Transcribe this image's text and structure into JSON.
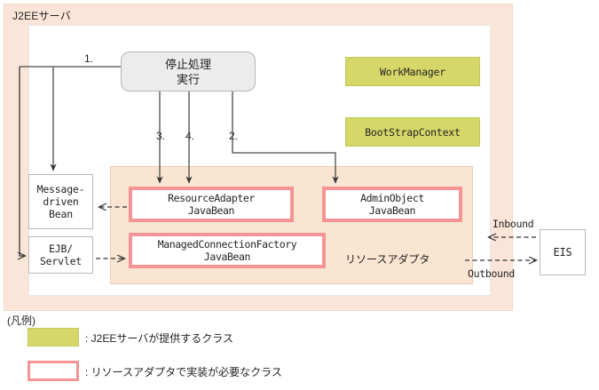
{
  "diagram": {
    "container": {
      "title": "J2EEサーバ"
    },
    "process_box": {
      "line1": "停止処理",
      "line2": "実行"
    },
    "server_provided_boxes": [
      {
        "name": "work-manager",
        "label": "WorkManager"
      },
      {
        "name": "bootstrap-context",
        "label": "BootStrapContext"
      }
    ],
    "client_boxes": [
      {
        "name": "message-driven-bean",
        "line1": "Message-",
        "line2": "driven",
        "line3": "Bean"
      },
      {
        "name": "ejb-servlet",
        "line1": "EJB/",
        "line2": "Servlet"
      }
    ],
    "resource_adapter": {
      "caption": "リソースアダプタ",
      "boxes": [
        {
          "name": "resource-adapter-javabean",
          "line1": "ResourceAdapter",
          "line2": "JavaBean"
        },
        {
          "name": "admin-object-javabean",
          "line1": "AdminObject",
          "line2": "JavaBean"
        },
        {
          "name": "managed-connection-factory-javabean",
          "line1": "ManagedConnectionFactory",
          "line2": "JavaBean"
        }
      ]
    },
    "eis": {
      "label": "EIS"
    },
    "step_labels": {
      "step1": "1.",
      "step2": "2.",
      "step3": "3.",
      "step4": "4."
    },
    "flow_labels": {
      "inbound": "Inbound",
      "outbound": "Outbound"
    }
  },
  "legend": {
    "title": "(凡例)",
    "items": [
      {
        "name": "server-provided-class",
        "swatch": "olive-fill",
        "text": ": J2EEサーバが提供するクラス"
      },
      {
        "name": "adapter-implemented-class",
        "swatch": "pink-border",
        "text": ": リソースアダプタで実装が必要なクラス"
      }
    ]
  },
  "colors": {
    "container_bg": "#fae5d8",
    "adapter_bg": "#fae5d3",
    "olive": "#d5d869",
    "pink_border": "#f59494",
    "process_bg": "#ececec",
    "line": "#333333"
  }
}
